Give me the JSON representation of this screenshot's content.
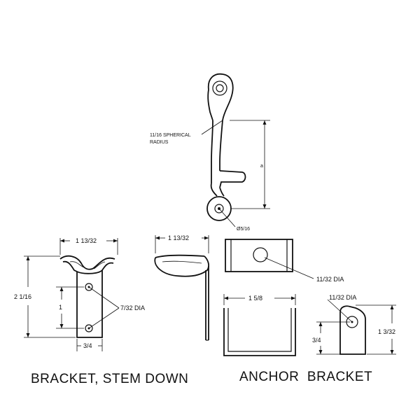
{
  "top_part": {
    "spherical_radius_line1": "11/16 SPHERICAL",
    "spherical_radius_line2": "RADIUS",
    "height_mark": "a",
    "hole_dia": "Ø5/16"
  },
  "bracket_stem_down": {
    "width": "1 13/32",
    "height": "2 1/16",
    "hole_spacing": "1",
    "hole_dia": "7/32 DIA",
    "base_width": "3/4",
    "caption": "BRACKET, STEM DOWN"
  },
  "side_view": {
    "width": "1 13/32"
  },
  "anchor_bracket": {
    "hole_dia_top": "11/32 DIA",
    "width": "1 5/8",
    "hole_dia_side": "11/32 DIA",
    "hole_height": "3/4",
    "height": "1 3/32",
    "caption": "ANCHOR  BRACKET"
  }
}
